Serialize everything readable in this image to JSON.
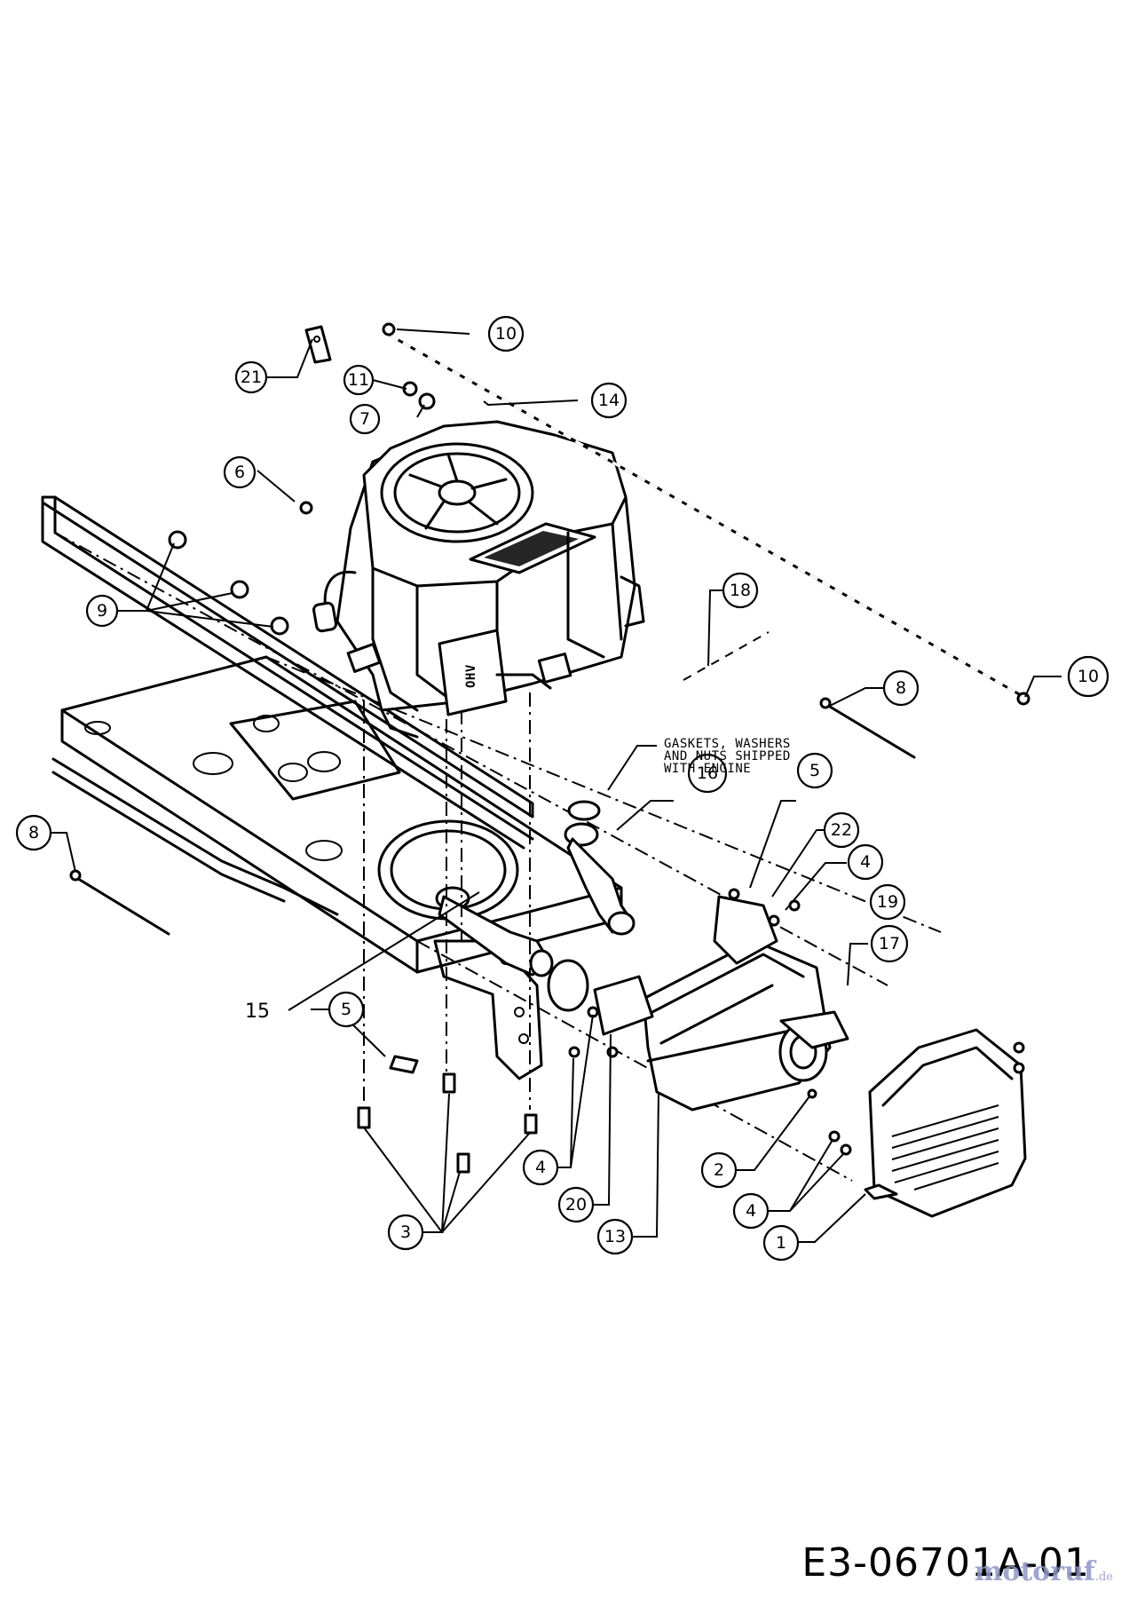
{
  "diagram": {
    "drawing_code": "E3-06701A-01",
    "watermark": "motoruf",
    "watermark_suffix": ".de",
    "note": {
      "line1": "GASKETS, WASHERS",
      "line2": "AND NUTS SHIPPED",
      "line3": "WITH ENGINE"
    },
    "callouts": {
      "c1": "1",
      "c2": "2",
      "c3": "3",
      "c4a": "4",
      "c4b": "4",
      "c4c": "4",
      "c5a": "5",
      "c5b": "5",
      "c6": "6",
      "c7": "7",
      "c8a": "8",
      "c8b": "8",
      "c9": "9",
      "c10a": "10",
      "c10b": "10",
      "c11": "11",
      "c13": "13",
      "c14": "14",
      "c15": "15",
      "c16": "16",
      "c17": "17",
      "c18": "18",
      "c19": "19",
      "c20": "20",
      "c21": "21",
      "c22": "22"
    }
  }
}
